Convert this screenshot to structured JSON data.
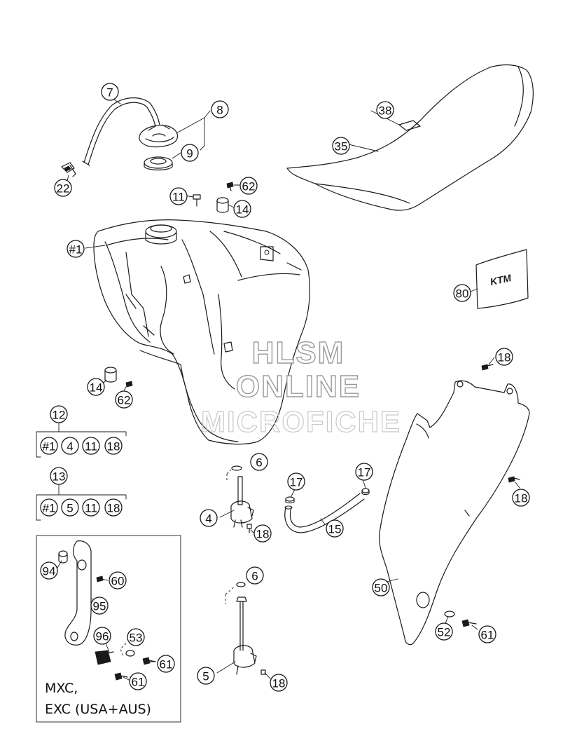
{
  "callouts": {
    "c7": "7",
    "c8": "8",
    "c9": "9",
    "c22": "22",
    "c38": "38",
    "c35": "35",
    "c11a": "11",
    "c62a": "62",
    "c14a": "14",
    "c1a": "#1",
    "c80": "80",
    "c18a": "18",
    "c14b": "14",
    "c62b": "62",
    "c6a": "6",
    "c4": "4",
    "c18b": "18",
    "c17a": "17",
    "c17b": "17",
    "c15": "15",
    "c18c": "18",
    "c6b": "6",
    "c50": "50",
    "c5": "5",
    "c18d": "18",
    "c52": "52",
    "c61a": "61",
    "c94": "94",
    "c60": "60",
    "c95": "95",
    "c96": "96",
    "c53": "53",
    "c61b": "61",
    "c61c": "61"
  },
  "kits": [
    {
      "id": "12",
      "items": [
        "#1",
        "4",
        "11",
        "18"
      ]
    },
    {
      "id": "13",
      "items": [
        "#1",
        "5",
        "11",
        "18"
      ]
    }
  ],
  "variant_note": {
    "line1": "MXC,",
    "line2": "EXC (USA+AUS)"
  },
  "watermark": {
    "line1": "HLSM",
    "line2": "ONLINE",
    "line3": "MICROFICHE"
  },
  "colors": {
    "ink": "#1a1a1a",
    "paper": "#ffffff",
    "watermark": "#9a9a9a",
    "watermark_light": "#c9c9c9"
  }
}
